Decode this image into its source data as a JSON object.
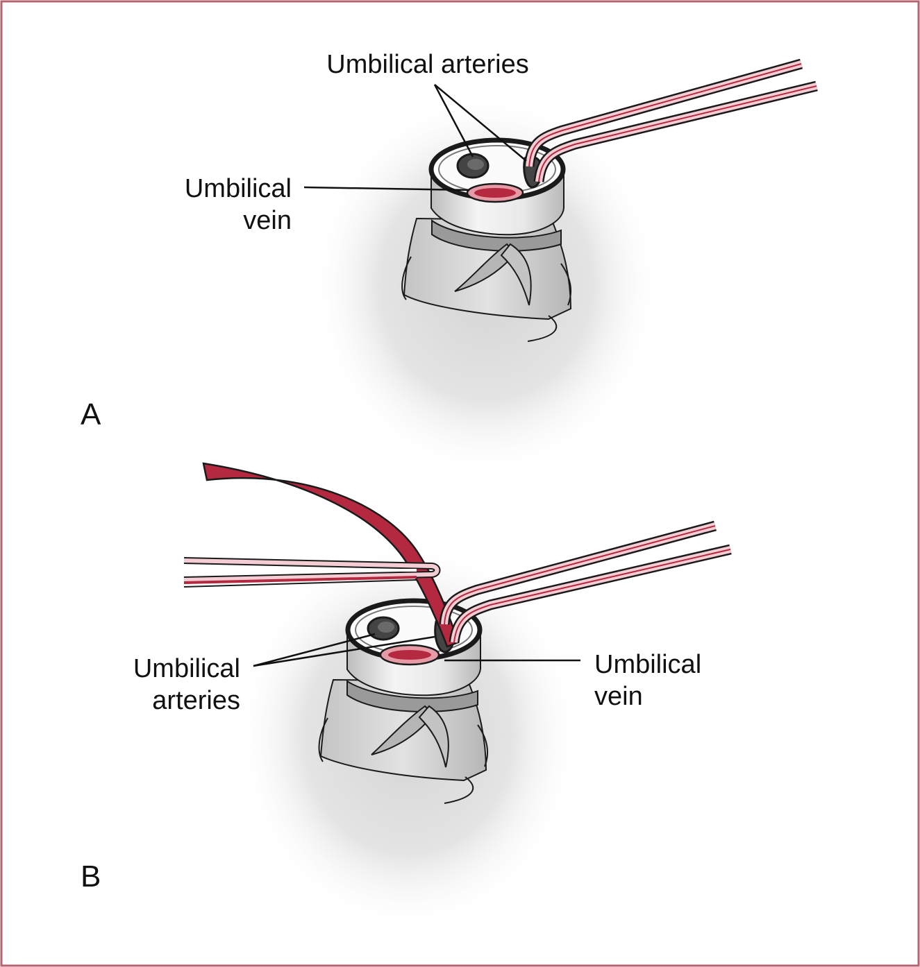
{
  "panel_a": {
    "letter": "A",
    "arteries_label": "Umbilical arteries",
    "vein_label_line1": "Umbilical",
    "vein_label_line2": "vein"
  },
  "panel_b": {
    "letter": "B",
    "arteries_label_line1": "Umbilical",
    "arteries_label_line2": "arteries",
    "vein_label_line1": "Umbilical",
    "vein_label_line2": "vein"
  },
  "colors": {
    "frame": "#b5646f",
    "vessel_red": "#b4293f",
    "catheter_pink": "#f3cdd3",
    "artery_dark": "#444444",
    "stump_gray": "#e6e6e6",
    "tie_gray": "#9a9a9a",
    "outline": "#1a1a1a"
  }
}
